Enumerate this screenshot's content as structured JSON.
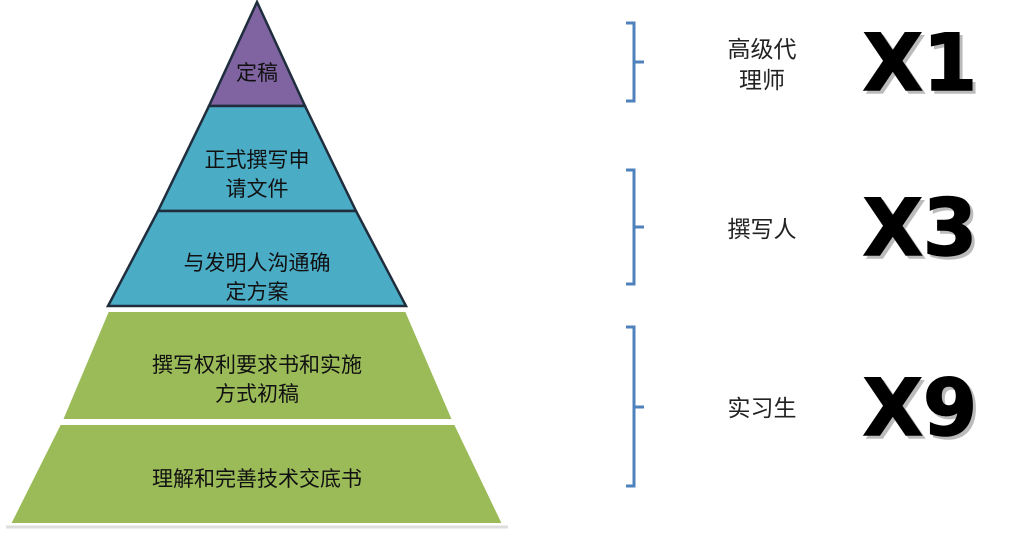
{
  "pyramid": {
    "levels": [
      {
        "lines": [
          "定稿"
        ],
        "color": "#8064a2"
      },
      {
        "lines": [
          "正式撰写申",
          "请文件"
        ],
        "color": "#4bacc6"
      },
      {
        "lines": [
          "与发明人沟通确",
          "定方案"
        ],
        "color": "#4bacc6"
      },
      {
        "lines": [
          "撰写权利要求书和实施",
          "方式初稿"
        ],
        "color": "#9bbb59"
      },
      {
        "lines": [
          "理解和完善技术交底书"
        ],
        "color": "#9bbb59"
      }
    ]
  },
  "roles": [
    {
      "lines": [
        "高级代",
        "理师"
      ],
      "multiplier": "X1"
    },
    {
      "lines": [
        "撰写人"
      ],
      "multiplier": "X3"
    },
    {
      "lines": [
        "实习生"
      ],
      "multiplier": "X9"
    }
  ],
  "colors": {
    "bracket": "#4f81bd",
    "outline_dark": "#17375e"
  }
}
